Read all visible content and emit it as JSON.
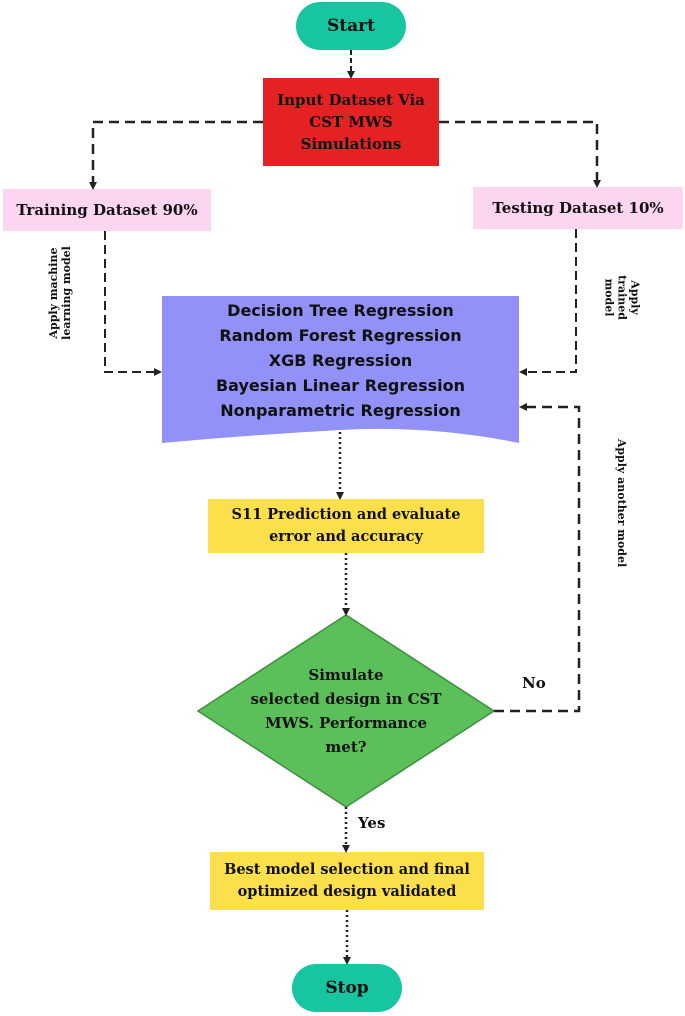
{
  "colors": {
    "terminal": "#17c5a0",
    "input": "#e42224",
    "dataset": "#fcd6f1",
    "models": "#9191f7",
    "process": "#fbe04b",
    "decision": "#5bbf5a",
    "line": "#222222"
  },
  "nodes": {
    "start": "Start",
    "input": [
      "Input Dataset Via",
      "CST MWS",
      "Simulations"
    ],
    "training": "Training Dataset 90%",
    "testing": "Testing Dataset 10%",
    "models": [
      "Decision Tree Regression",
      "Random Forest Regression",
      "XGB Regression",
      "Bayesian Linear Regression",
      "Nonparametric Regression"
    ],
    "prediction": [
      "S11 Prediction and evaluate",
      "error and accuracy"
    ],
    "decision": [
      "Simulate",
      "selected design in CST",
      "MWS. Performance",
      "met?"
    ],
    "best": [
      "Best model selection and final",
      "optimized design validated"
    ],
    "stop": "Stop"
  },
  "edge_labels": {
    "apply_ml": "Apply machine\nlearning model",
    "apply_trained": "Apply trained\nmodel",
    "apply_another": "Apply another model",
    "no": "No",
    "yes": "Yes"
  }
}
